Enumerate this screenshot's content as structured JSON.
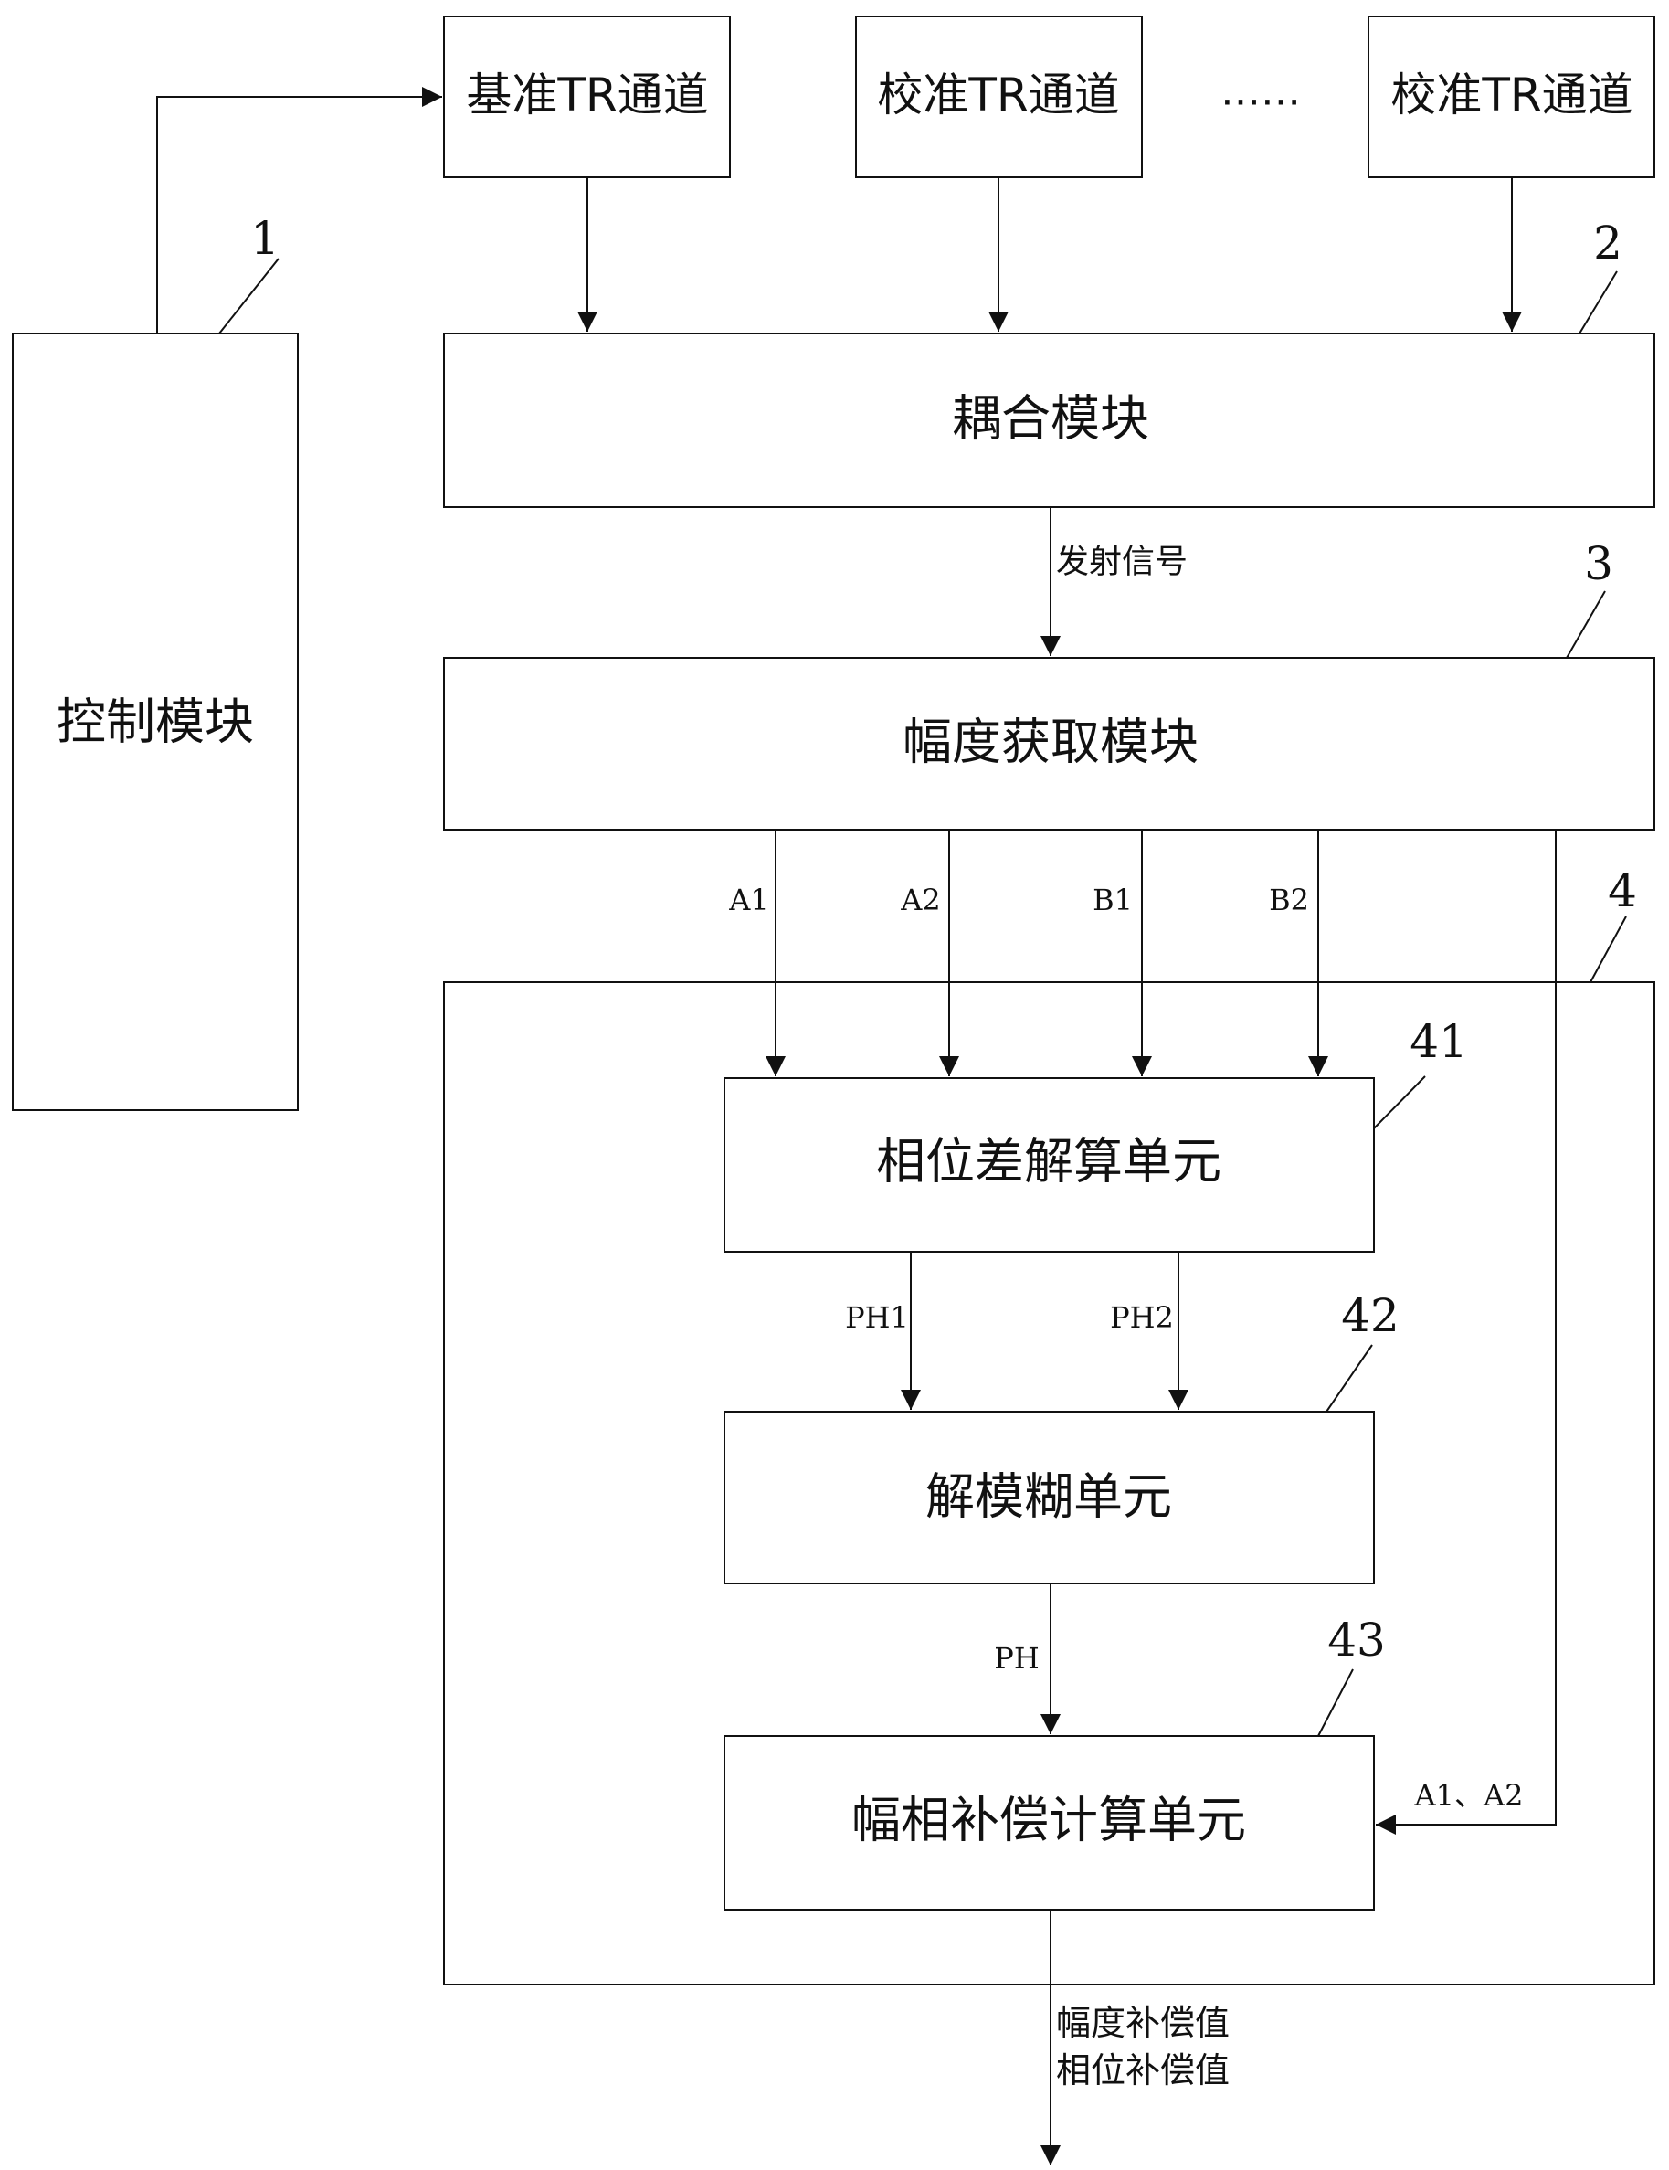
{
  "nodes": {
    "ref_channel": "基准TR通道",
    "cal_channel_1": "校准TR通道",
    "ellipsis": "……",
    "cal_channel_n": "校准TR通道",
    "control_module": "控制模块",
    "coupling_module": "耦合模块",
    "amplitude_module": "幅度获取模块",
    "phase_diff_unit": "相位差解算单元",
    "deambiguity_unit": "解模糊单元",
    "compensation_unit": "幅相补偿计算单元"
  },
  "signals": {
    "transmit": "发射信号",
    "a1": "A1",
    "a2": "A2",
    "b1": "B1",
    "b2": "B2",
    "ph1": "PH1",
    "ph2": "PH2",
    "ph": "PH",
    "a1a2": "A1、A2",
    "out_amp": "幅度补偿值",
    "out_phase": "相位补偿值"
  },
  "refs": {
    "r1": "1",
    "r2": "2",
    "r3": "3",
    "r4": "4",
    "r41": "41",
    "r42": "42",
    "r43": "43"
  }
}
